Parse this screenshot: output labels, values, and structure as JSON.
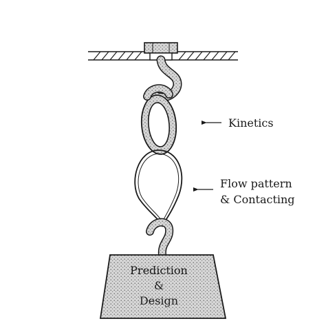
{
  "labels": {
    "kinetics": "Kinetics",
    "flow_line1": "Flow pattern",
    "flow_line2": "& Contacting"
  },
  "weight": {
    "line1": "Prediction",
    "line2": "&",
    "line3": "Design"
  },
  "colors": {
    "ink": "#1a1a1a",
    "background": "#ffffff"
  }
}
